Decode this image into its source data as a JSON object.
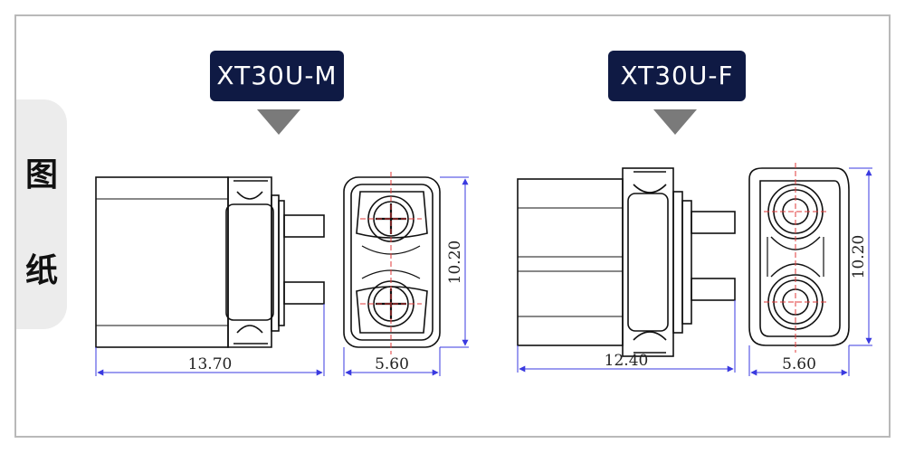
{
  "colors": {
    "label_bg": "#0f1a44",
    "pointer": "#7a7a7a",
    "outline": "#111111",
    "dimension": "#3a3ae0",
    "centerline": "#e03a3a",
    "tab_bg": "#ececec"
  },
  "side_tab": {
    "chars": [
      "图",
      "纸"
    ]
  },
  "connectors": [
    {
      "label": "XT30U-M",
      "length_dim": "13.70",
      "width_dim": "5.60",
      "height_dim": "10.20"
    },
    {
      "label": "XT30U-F",
      "length_dim": "12.40",
      "width_dim": "5.60",
      "height_dim": "10.20"
    }
  ]
}
